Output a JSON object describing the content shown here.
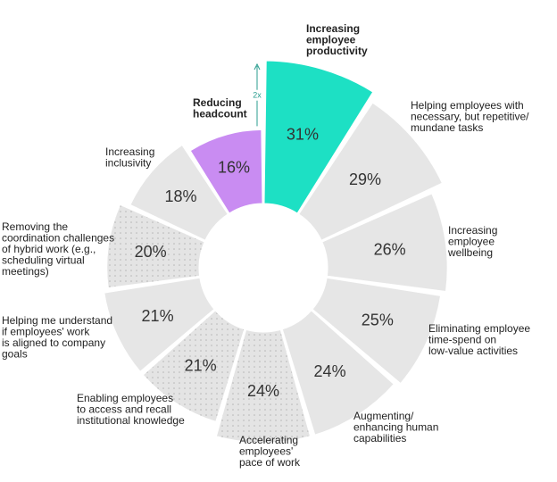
{
  "chart_data": {
    "type": "pie",
    "categories": [
      "Increasing employee productivity",
      "Helping employees with necessary, but repetitive/ mundane tasks",
      "Increasing employee wellbeing",
      "Eliminating employee time-spend on low-value activities",
      "Augmenting/ enhancing human capabilities",
      "Accelerating employees' pace of work",
      "Enabling employees to access and recall institutional knowledge",
      "Helping me understand if employees' work is aligned to company goals",
      "Removing the coordination challenges of hybrid work (e.g., scheduling virtual meetings)",
      "Increasing inclusivity",
      "Reducing headcount"
    ],
    "values": [
      31,
      29,
      26,
      25,
      24,
      24,
      21,
      21,
      20,
      18,
      16
    ],
    "value_labels": [
      "31%",
      "29%",
      "26%",
      "25%",
      "24%",
      "24%",
      "21%",
      "21%",
      "20%",
      "18%",
      "16%"
    ],
    "labels_wrapped": [
      [
        "Increasing",
        "employee",
        "productivity"
      ],
      [
        "Helping employees with",
        "necessary, but repetitive/",
        "mundane tasks"
      ],
      [
        "Increasing",
        "employee",
        "wellbeing"
      ],
      [
        "Eliminating employee",
        "time-spend on",
        "low-value activities"
      ],
      [
        "Augmenting/",
        "enhancing human",
        "capabilities"
      ],
      [
        "Accelerating",
        "employees'",
        "pace of work"
      ],
      [
        "Enabling employees",
        "to access and recall",
        "institutional knowledge"
      ],
      [
        "Helping me understand",
        "if employees' work",
        "is aligned to company",
        "goals"
      ],
      [
        "Removing the",
        "coordination challenges",
        "of hybrid work (e.g.,",
        "scheduling virtual",
        "meetings)"
      ],
      [
        "Increasing",
        "inclusivity"
      ],
      [
        "Reducing",
        "headcount"
      ]
    ],
    "highlight": {
      "max_index": 0,
      "min_index": 10,
      "max_color": "#1de0c4",
      "min_color": "#c98cf2"
    },
    "fill_colors": [
      "#1de0c4",
      "#e6e6e6",
      "#e6e6e6",
      "#e6e6e6",
      "#e6e6e6",
      "#e0e0e0",
      "#e0e0e0",
      "#e6e6e6",
      "#e0e0e0",
      "#e6e6e6",
      "#c98cf2"
    ],
    "dotted": [
      false,
      false,
      false,
      false,
      false,
      true,
      true,
      false,
      true,
      false,
      false
    ],
    "comparison_annotation": "2x"
  }
}
